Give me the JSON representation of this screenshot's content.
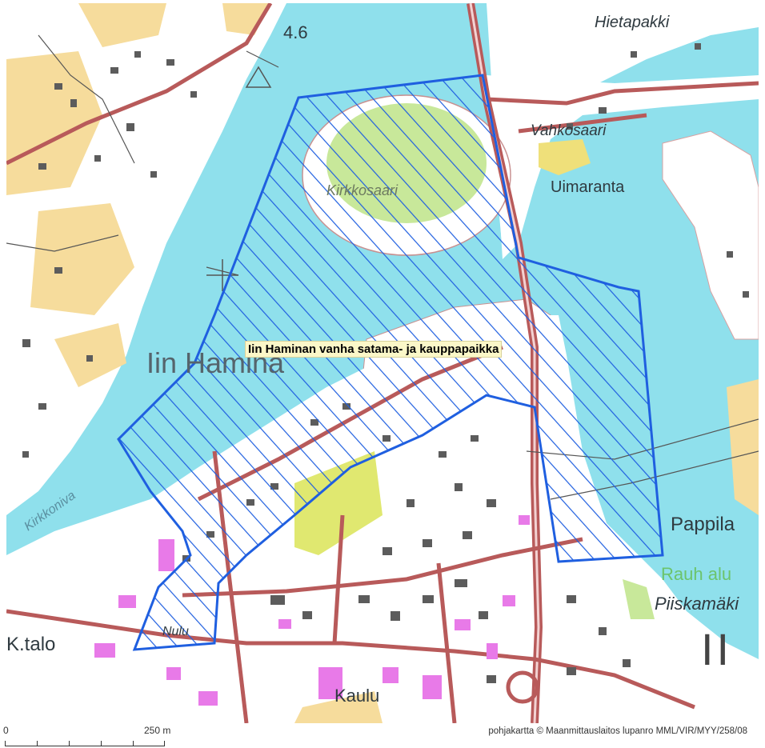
{
  "map": {
    "place_labels": {
      "hietapaakki": "Hietapakki",
      "vahkosaari": "Vahkosaari",
      "uimaranta": "Uimaranta",
      "kirkkosaari": "Kirkkosaari",
      "iin_hamina": "Iin Hamina",
      "kirkkoniva": "Kirkkoniva",
      "pappila": "Pappila",
      "rauh_alu": "Rauh alu",
      "piiskamaki": "Piiskamäki",
      "k_talo": "K.talo",
      "kaulu": "Kaulu",
      "nulu": "Nulu",
      "road_number": "4.6",
      "roman_marker": "II"
    },
    "heritage_area": {
      "label": "Iin Haminan vanha satama- ja kauppapaikka",
      "outline_color": "#1f5fe0"
    },
    "colors": {
      "water": "#8fe0ec",
      "land": "#ffffff",
      "fields": "#f6dc9c",
      "park": "#c8e89a",
      "roads": "#b85a5a",
      "buildings": "#5c5c5c",
      "public_buildings": "#e87ae8"
    }
  },
  "footer": {
    "scale_zero": "0",
    "scale_label": "250 m",
    "copyright": "pohjakartta © Maanmittauslaitos lupanro MML/VIR/MYY/258/08"
  }
}
